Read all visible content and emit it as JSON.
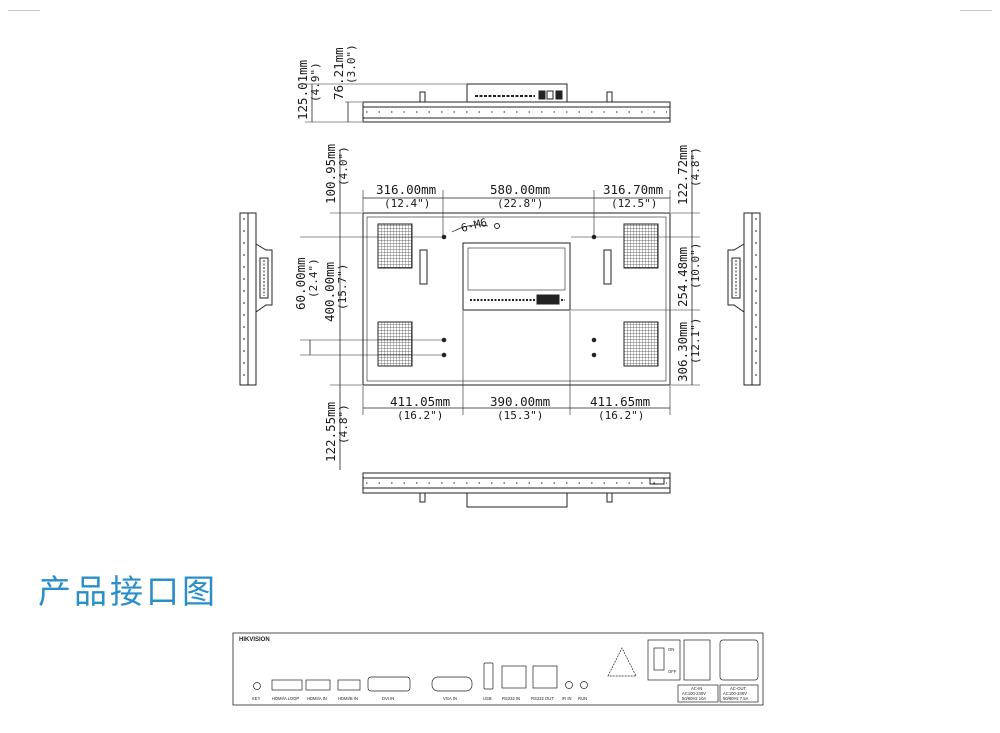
{
  "drawing": {
    "top_view_dims": {
      "total": "125.01mm",
      "total_in": "(4.9\")",
      "depth": "76.21mm",
      "depth_in": "(3.0\")"
    },
    "front_dims": {
      "top_offset": "100.95mm",
      "top_offset_in": "(4.0\")",
      "top_segments": [
        {
          "mm": "316.00mm",
          "in": "(12.4\")"
        },
        {
          "mm": "580.00mm",
          "in": "(22.8\")"
        },
        {
          "mm": "316.70mm",
          "in": "(12.5\")"
        }
      ],
      "bottom_segments": [
        {
          "mm": "411.05mm",
          "in": "(16.2\")"
        },
        {
          "mm": "390.00mm",
          "in": "(15.3\")"
        },
        {
          "mm": "411.65mm",
          "in": "(16.2\")"
        }
      ],
      "left_small": "60.00mm",
      "left_small_in": "(2.4\")",
      "left_large": "400.00mm",
      "left_large_in": "(15.7\")",
      "bottom_offset": "122.55mm",
      "bottom_offset_in": "(4.8\")",
      "right_top": "122.72mm",
      "right_top_in": "(4.8\")",
      "right_mid": "254.48mm",
      "right_mid_in": "(10.0\")",
      "right_bottom": "306.30mm",
      "right_bottom_in": "(12.1\")",
      "screw_note": "6-M6"
    }
  },
  "section_title": "产品接口图",
  "panel": {
    "brand": "HIKVISION",
    "ports": [
      "KEY",
      "HDMI/A LOOP",
      "HDMI/A IN",
      "HDMI/B IN",
      "DVI IN",
      "VGA IN",
      "USB",
      "RS232 IN",
      "RS232 OUT",
      "IR IN",
      "RUN"
    ],
    "switch_on": "ON",
    "switch_off": "OFF",
    "ac_in_title": "AC-IN",
    "ac_in_v": "AC100-240V",
    "ac_in_a": "50/60Hz 10A",
    "ac_out_title": "AC-OUT",
    "ac_out_v": "AC100-240V",
    "ac_out_a": "50/60Hz 7.5A"
  }
}
